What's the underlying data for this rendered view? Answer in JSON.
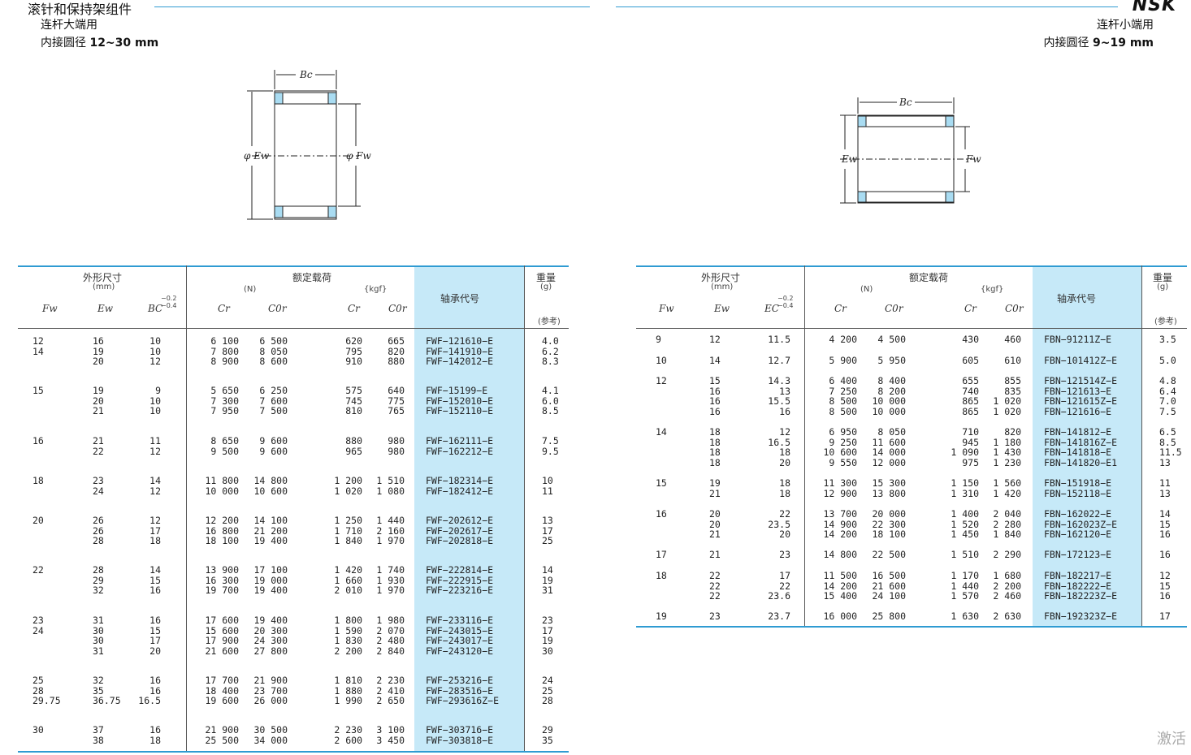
{
  "left_page": {
    "section_title": "滚针和保持架组件",
    "subtitle": "连杆大端用",
    "bore_label": "内接圆径",
    "bore_range": "12~30 mm",
    "drawing": {
      "bc": "Bc",
      "ew": "φ Ew",
      "fw": "φ Fw"
    },
    "headers": {
      "group_dims": "外形尺寸",
      "unit_mm": "(mm)",
      "group_load": "额定载荷",
      "unit_n": "(N)",
      "unit_kgf": "{kgf}",
      "code": "轴承代号",
      "weight": "重量",
      "unit_g": "(g)",
      "ref": "(参考)",
      "fw": "Fw",
      "ew": "Ew",
      "bc": "BC",
      "tol_up": "−0.2",
      "tol_low": "−0.4",
      "cr_n": "Cr",
      "cor_n": "C0r",
      "cr_k": "Cr",
      "cor_k": "C0r"
    },
    "groups": [
      {
        "fw": "12\n14",
        "ew": "16\n19\n20",
        "bc": "10\n10\n12",
        "cr_n": "6 100\n7 800\n8 900",
        "cor_n": "6 500\n8 050\n8 600",
        "cr_k": "620\n795\n910",
        "cor_k": "665\n820\n880",
        "code": "FWF−121610−E\nFWF−141910−E\nFWF−142012−E",
        "wt": "4.0\n6.2\n8.3"
      },
      {
        "fw": "15",
        "ew": "19\n20\n21",
        "bc": "9\n10\n10",
        "cr_n": "5 650\n7 300\n7 950",
        "cor_n": "6 250\n7 600\n7 500",
        "cr_k": "575\n745\n810",
        "cor_k": "640\n775\n765",
        "code": "FWF−15199−E\nFWF−152010−E\nFWF−152110−E",
        "wt": "4.1\n6.0\n8.5"
      },
      {
        "fw": "16",
        "ew": "21\n22",
        "bc": "11\n12",
        "cr_n": "8 650\n9 500",
        "cor_n": "9 600\n9 600",
        "cr_k": "880\n965",
        "cor_k": "980\n980",
        "code": "FWF−162111−E\nFWF−162212−E",
        "wt": "7.5\n9.5"
      },
      {
        "fw": "18",
        "ew": "23\n24",
        "bc": "14\n12",
        "cr_n": "11 800\n10 000",
        "cor_n": "14 800\n10 600",
        "cr_k": "1 200\n1 020",
        "cor_k": "1 510\n1 080",
        "code": "FWF−182314−E\nFWF−182412−E",
        "wt": "10\n11"
      },
      {
        "fw": "20",
        "ew": "26\n26\n28",
        "bc": "12\n17\n18",
        "cr_n": "12 200\n16 800\n18 100",
        "cor_n": "14 100\n21 200\n19 400",
        "cr_k": "1 250\n1 710\n1 840",
        "cor_k": "1 440\n2 160\n1 970",
        "code": "FWF−202612−E\nFWF−202617−E\nFWF−202818−E",
        "wt": "13\n17\n25"
      },
      {
        "fw": "22",
        "ew": "28\n29\n32",
        "bc": "14\n15\n16",
        "cr_n": "13 900\n16 300\n19 700",
        "cor_n": "17 100\n19 000\n19 400",
        "cr_k": "1 420\n1 660\n2 010",
        "cor_k": "1 740\n1 930\n1 970",
        "code": "FWF−222814−E\nFWF−222915−E\nFWF−223216−E",
        "wt": "14\n19\n31"
      },
      {
        "fw": "23\n24",
        "ew": "31\n30\n30\n31",
        "bc": "16\n15\n17\n20",
        "cr_n": "17 600\n15 600\n17 900\n21 600",
        "cor_n": "19 400\n20 300\n24 300\n27 800",
        "cr_k": "1 800\n1 590\n1 830\n2 200",
        "cor_k": "1 980\n2 070\n2 480\n2 840",
        "code": "FWF−233116−E\nFWF−243015−E\nFWF−243017−E\nFWF−243120−E",
        "wt": "23\n17\n19\n30"
      },
      {
        "fw": "25\n28\n29.75",
        "ew": "32\n35\n36.75",
        "bc": "16\n16\n16.5",
        "cr_n": "17 700\n18 400\n19 600",
        "cor_n": "21 900\n23 700\n26 000",
        "cr_k": "1 810\n1 880\n1 990",
        "cor_k": "2 230\n2 410\n2 650",
        "code": "FWF−253216−E\nFWF−283516−E\nFWF−293616Z−E",
        "wt": "24\n25\n28"
      },
      {
        "fw": "30",
        "ew": "37\n38",
        "bc": "16\n18",
        "cr_n": "21 900\n25 500",
        "cor_n": "30 500\n34 000",
        "cr_k": "2 230\n2 600",
        "cor_k": "3 100\n3 450",
        "code": "FWF−303716−E\nFWF−303818−E",
        "wt": "29\n35"
      }
    ]
  },
  "right_page": {
    "brand": "NSK",
    "subtitle": "连杆小端用",
    "bore_label": "内接圆径",
    "bore_range": "9~19 mm",
    "drawing": {
      "bc": "Bc",
      "ew": "Ew",
      "fw": "Fw"
    },
    "headers": {
      "group_dims": "外形尺寸",
      "unit_mm": "(mm)",
      "group_load": "额定载荷",
      "unit_n": "(N)",
      "unit_kgf": "{kgf}",
      "code": "轴承代号",
      "weight": "重量",
      "unit_g": "(g)",
      "ref": "(参考)",
      "fw": "Fw",
      "ew": "Ew",
      "ec": "EC",
      "tol_up": "−0.2",
      "tol_low": "−0.4",
      "cr_n": "Cr",
      "cor_n": "C0r",
      "cr_k": "Cr",
      "cor_k": "C0r"
    },
    "groups": [
      {
        "fw": "9",
        "ew": "12",
        "ec": "11.5",
        "cr_n": "4 200",
        "cor_n": "4 500",
        "cr_k": "430",
        "cor_k": "460",
        "code": "FBN−91211Z−E",
        "wt": "3.5"
      },
      {
        "fw": "10",
        "ew": "14",
        "ec": "12.7",
        "cr_n": "5 900",
        "cor_n": "5 950",
        "cr_k": "605",
        "cor_k": "610",
        "code": "FBN−101412Z−E",
        "wt": "5.0"
      },
      {
        "fw": "12",
        "ew": "15\n16\n16\n16",
        "ec": "14.3\n13\n15.5\n16",
        "cr_n": "6 400\n7 250\n8 500\n8 500",
        "cor_n": "8 400\n8 200\n10 000\n10 000",
        "cr_k": "655\n740\n865\n865",
        "cor_k": "855\n835\n1 020\n1 020",
        "code": "FBN−121514Z−E\nFBN−121613−E\nFBN−121615Z−E\nFBN−121616−E",
        "wt": "4.8\n6.4\n7.0\n7.5"
      },
      {
        "fw": "14",
        "ew": "18\n18\n18\n18",
        "ec": "12\n16.5\n18\n20",
        "cr_n": "6 950\n9 250\n10 600\n9 550",
        "cor_n": "8 050\n11 600\n14 000\n12 000",
        "cr_k": "710\n945\n1 090\n975",
        "cor_k": "820\n1 180\n1 430\n1 230",
        "code": "FBN−141812−E\nFBN−141816Z−E\nFBN−141818−E\nFBN−141820−E1",
        "wt": "6.5\n8.5\n11.5\n13"
      },
      {
        "fw": "15",
        "ew": "19\n21",
        "ec": "18\n18",
        "cr_n": "11 300\n12 900",
        "cor_n": "15 300\n13 800",
        "cr_k": "1 150\n1 310",
        "cor_k": "1 560\n1 420",
        "code": "FBN−151918−E\nFBN−152118−E",
        "wt": "11\n13"
      },
      {
        "fw": "16",
        "ew": "20\n20\n21",
        "ec": "22\n23.5\n20",
        "cr_n": "13 700\n14 900\n14 200",
        "cor_n": "20 000\n22 300\n18 100",
        "cr_k": "1 400\n1 520\n1 450",
        "cor_k": "2 040\n2 280\n1 840",
        "code": "FBN−162022−E\nFBN−162023Z−E\nFBN−162120−E",
        "wt": "14\n15\n16"
      },
      {
        "fw": "17",
        "ew": "21",
        "ec": "23",
        "cr_n": "14 800",
        "cor_n": "22 500",
        "cr_k": "1 510",
        "cor_k": "2 290",
        "code": "FBN−172123−E",
        "wt": "16"
      },
      {
        "fw": "18",
        "ew": "22\n22\n22",
        "ec": "17\n22\n23.6",
        "cr_n": "11 500\n14 200\n15 400",
        "cor_n": "16 500\n21 600\n24 100",
        "cr_k": "1 170\n1 440\n1 570",
        "cor_k": "1 680\n2 200\n2 460",
        "code": "FBN−182217−E\nFBN−182222−E\nFBN−182223Z−E",
        "wt": "12\n15\n16"
      },
      {
        "fw": "19",
        "ew": "23",
        "ec": "23.7",
        "cr_n": "16 000",
        "cor_n": "25 800",
        "cr_k": "1 630",
        "cor_k": "2 630",
        "code": "FBN−192323Z−E",
        "wt": "17"
      }
    ]
  },
  "watermark": "激活",
  "colors": {
    "accent": "#2f9bd2",
    "code_bg": "#c6e9f8"
  }
}
